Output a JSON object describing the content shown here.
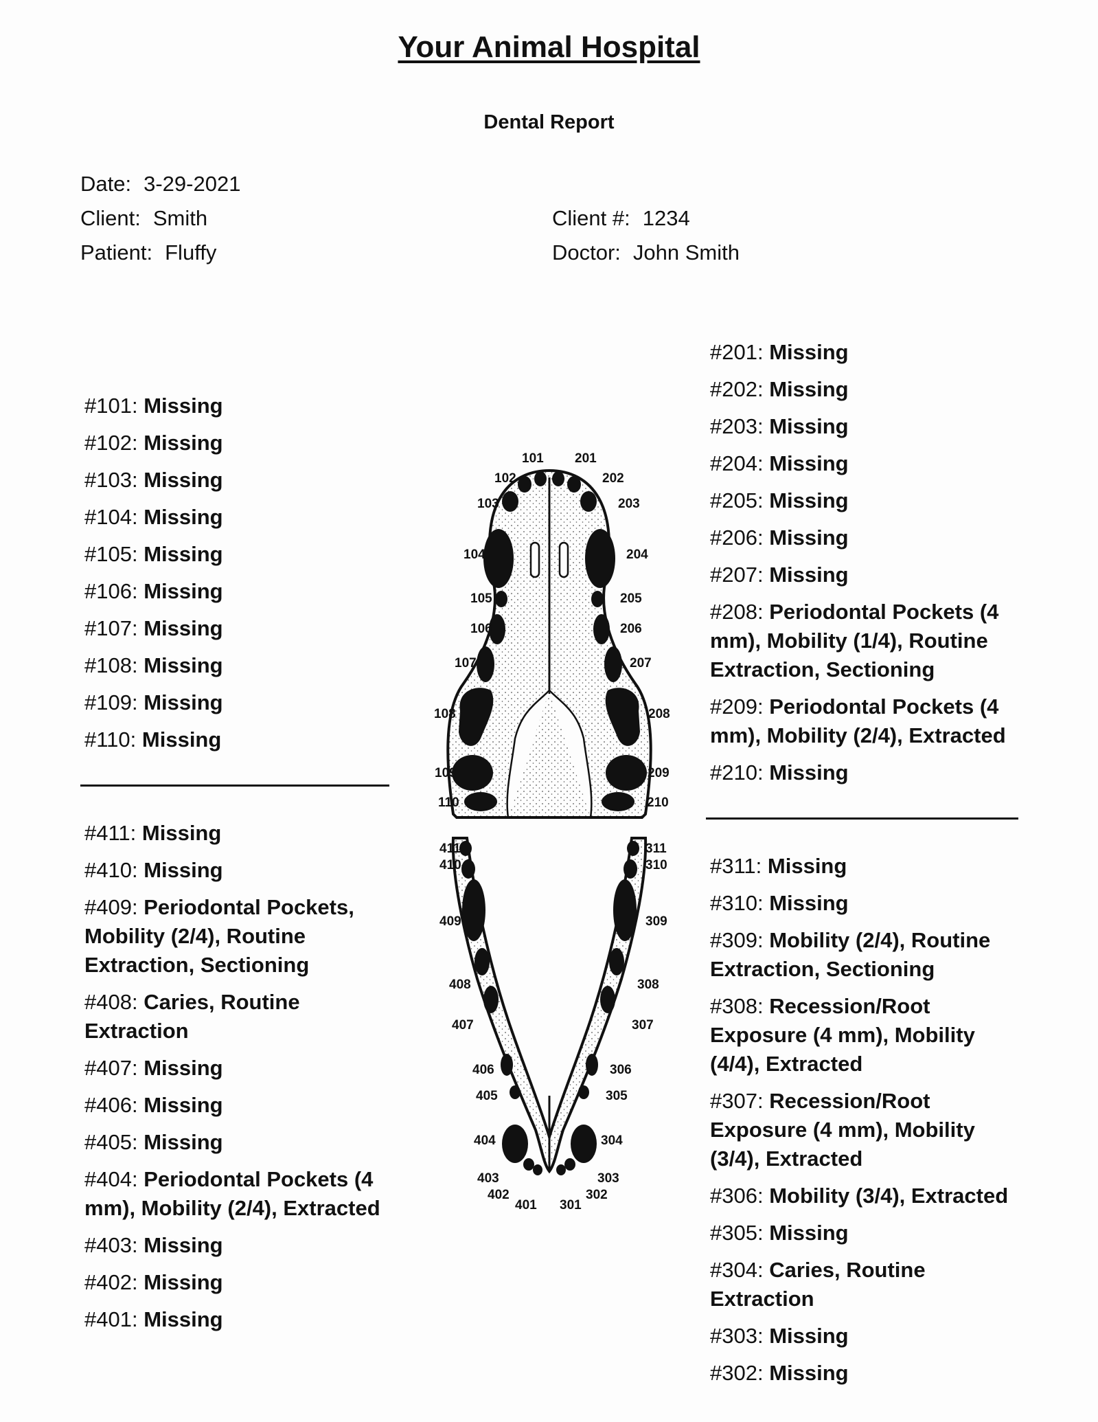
{
  "header": {
    "title": "Your Animal Hospital",
    "subtitle": "Dental Report"
  },
  "info": {
    "date_label": "Date:",
    "date": "3-29-2021",
    "client_label": "Client:",
    "client": "Smith",
    "patient_label": "Patient:",
    "patient": "Fluffy",
    "client_no_label": "Client #:",
    "client_no": "1234",
    "doctor_label": "Doctor:",
    "doctor": "John Smith"
  },
  "quadrant_100": [
    {
      "tooth": "#101",
      "finding": "Missing"
    },
    {
      "tooth": "#102",
      "finding": "Missing"
    },
    {
      "tooth": "#103",
      "finding": "Missing"
    },
    {
      "tooth": "#104",
      "finding": "Missing"
    },
    {
      "tooth": "#105",
      "finding": "Missing"
    },
    {
      "tooth": "#106",
      "finding": "Missing"
    },
    {
      "tooth": "#107",
      "finding": "Missing"
    },
    {
      "tooth": "#108",
      "finding": "Missing"
    },
    {
      "tooth": "#109",
      "finding": "Missing"
    },
    {
      "tooth": "#110",
      "finding": "Missing"
    }
  ],
  "quadrant_200": [
    {
      "tooth": "#201",
      "finding": "Missing"
    },
    {
      "tooth": "#202",
      "finding": "Missing"
    },
    {
      "tooth": "#203",
      "finding": "Missing"
    },
    {
      "tooth": "#204",
      "finding": "Missing"
    },
    {
      "tooth": "#205",
      "finding": "Missing"
    },
    {
      "tooth": "#206",
      "finding": "Missing"
    },
    {
      "tooth": "#207",
      "finding": "Missing"
    },
    {
      "tooth": "#208",
      "finding": "Periodontal Pockets (4 mm), Mobility (1/4), Routine Extraction, Sectioning"
    },
    {
      "tooth": "#209",
      "finding": "Periodontal Pockets (4 mm), Mobility (2/4), Extracted"
    },
    {
      "tooth": "#210",
      "finding": "Missing"
    }
  ],
  "quadrant_400": [
    {
      "tooth": "#411",
      "finding": "Missing"
    },
    {
      "tooth": "#410",
      "finding": "Missing"
    },
    {
      "tooth": "#409",
      "finding": "Periodontal Pockets, Mobility (2/4), Routine Extraction, Sectioning"
    },
    {
      "tooth": "#408",
      "finding": "Caries, Routine Extraction"
    },
    {
      "tooth": "#407",
      "finding": "Missing"
    },
    {
      "tooth": "#406",
      "finding": "Missing"
    },
    {
      "tooth": "#405",
      "finding": "Missing"
    },
    {
      "tooth": "#404",
      "finding": "Periodontal Pockets (4 mm), Mobility (2/4), Extracted"
    },
    {
      "tooth": "#403",
      "finding": "Missing"
    },
    {
      "tooth": "#402",
      "finding": "Missing"
    },
    {
      "tooth": "#401",
      "finding": "Missing"
    }
  ],
  "quadrant_300": [
    {
      "tooth": "#311",
      "finding": "Missing"
    },
    {
      "tooth": "#310",
      "finding": "Missing"
    },
    {
      "tooth": "#309",
      "finding": "Mobility (2/4), Routine Extraction, Sectioning"
    },
    {
      "tooth": "#308",
      "finding": "Recession/Root Exposure (4 mm), Mobility (4/4), Extracted"
    },
    {
      "tooth": "#307",
      "finding": "Recession/Root Exposure (4 mm), Mobility (3/4), Extracted"
    },
    {
      "tooth": "#306",
      "finding": "Mobility (3/4), Extracted"
    },
    {
      "tooth": "#305",
      "finding": "Missing"
    },
    {
      "tooth": "#304",
      "finding": "Caries, Routine Extraction"
    },
    {
      "tooth": "#303",
      "finding": "Missing"
    },
    {
      "tooth": "#302",
      "finding": "Missing"
    }
  ],
  "chart_labels": {
    "upper": [
      "101",
      "102",
      "103",
      "104",
      "105",
      "106",
      "107",
      "108",
      "109",
      "110",
      "201",
      "202",
      "203",
      "204",
      "205",
      "206",
      "207",
      "208",
      "209",
      "210"
    ],
    "lower": [
      "411",
      "410",
      "409",
      "408",
      "407",
      "406",
      "405",
      "404",
      "403",
      "402",
      "401",
      "311",
      "310",
      "309",
      "308",
      "307",
      "306",
      "305",
      "304",
      "303",
      "302",
      "301"
    ]
  }
}
